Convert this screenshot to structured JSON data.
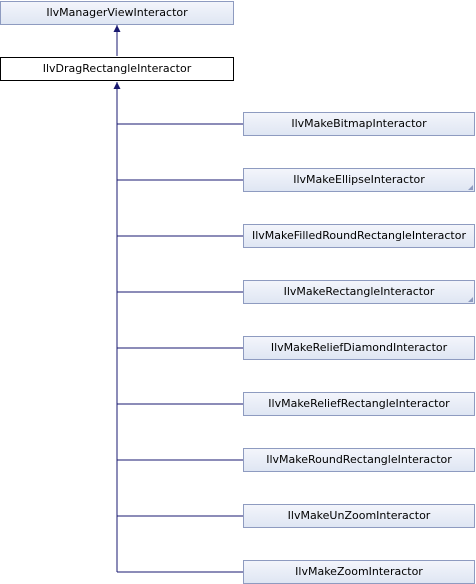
{
  "diagram": {
    "base": {
      "label": "IlvManagerViewInteractor"
    },
    "current": {
      "label": "IlvDragRectangleInteractor"
    },
    "children": [
      {
        "label": "IlvMakeBitmapInteractor",
        "truncated": false
      },
      {
        "label": "IlvMakeEllipseInteractor",
        "truncated": true
      },
      {
        "label": "IlvMakeFilledRoundRectangleInteractor",
        "truncated": false
      },
      {
        "label": "IlvMakeRectangleInteractor",
        "truncated": true
      },
      {
        "label": "IlvMakeReliefDiamondInteractor",
        "truncated": false
      },
      {
        "label": "IlvMakeReliefRectangleInteractor",
        "truncated": false
      },
      {
        "label": "IlvMakeRoundRectangleInteractor",
        "truncated": false
      },
      {
        "label": "IlvMakeUnZoomInteractor",
        "truncated": false
      },
      {
        "label": "IlvMakeZoomInteractor",
        "truncated": false
      }
    ],
    "colors": {
      "edge": "#191970",
      "node_border": "#8e9bc0",
      "node_fill": "#dfe6f3",
      "current_border": "#000000"
    }
  }
}
